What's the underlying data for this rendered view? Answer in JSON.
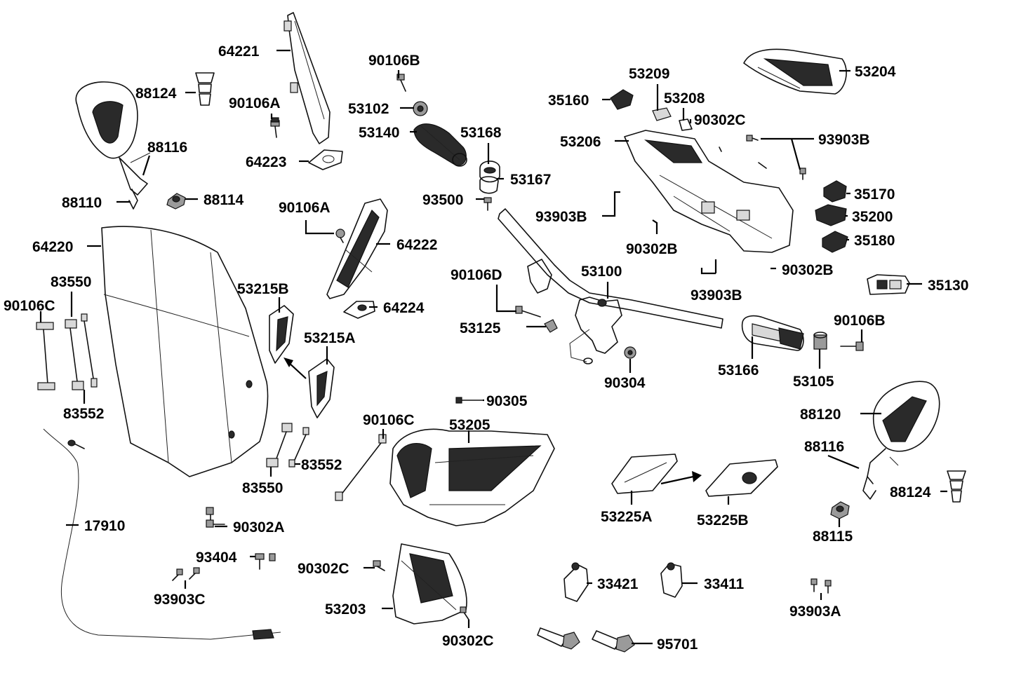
{
  "diagram": {
    "labels": {
      "l64221": "64221",
      "l90106B_top": "90106B",
      "l53204": "53204",
      "l53209": "53209",
      "l88124_top": "88124",
      "l90106A_top": "90106A",
      "l53102": "53102",
      "l35160": "35160",
      "l53208": "53208",
      "l90302C_top": "90302C",
      "l53140": "53140",
      "l53168": "53168",
      "l53206": "53206",
      "l93903B_top": "93903B",
      "l88116_top": "88116",
      "l64223": "64223",
      "l53167": "53167",
      "l35170": "35170",
      "l88110": "88110",
      "l88114": "88114",
      "l93500": "93500",
      "l90106A_mid": "90106A",
      "l35200": "35200",
      "l93903B_mid": "93903B",
      "l64222": "64222",
      "l64220": "64220",
      "l90302B_a": "90302B",
      "l35180": "35180",
      "l83550_top": "83550",
      "l90106D": "90106D",
      "l53100": "53100",
      "l90302B_b": "90302B",
      "l53215B": "53215B",
      "l35130": "35130",
      "l90106C_left": "90106C",
      "l93903B_low": "93903B",
      "l64224": "64224",
      "l90106B_right": "90106B",
      "l53125": "53125",
      "l53215A": "53215A",
      "l53166": "53166",
      "l53105": "53105",
      "l90304": "90304",
      "l90305": "90305",
      "l83552_left": "83552",
      "l88120": "88120",
      "l90106C_mid": "90106C",
      "l53205": "53205",
      "l88116_right": "88116",
      "l83552_mid": "83552",
      "l83550_low": "83550",
      "l53225A": "53225A",
      "l53225B": "53225B",
      "l88124_right": "88124",
      "l17910": "17910",
      "l90302A": "90302A",
      "l88115": "88115",
      "l93404": "93404",
      "l90302C_low": "90302C",
      "l33421": "33421",
      "l33411": "33411",
      "l93903C": "93903C",
      "l53203": "53203",
      "l93903A": "93903A",
      "l90302C_bottom": "90302C",
      "l95701": "95701"
    }
  }
}
